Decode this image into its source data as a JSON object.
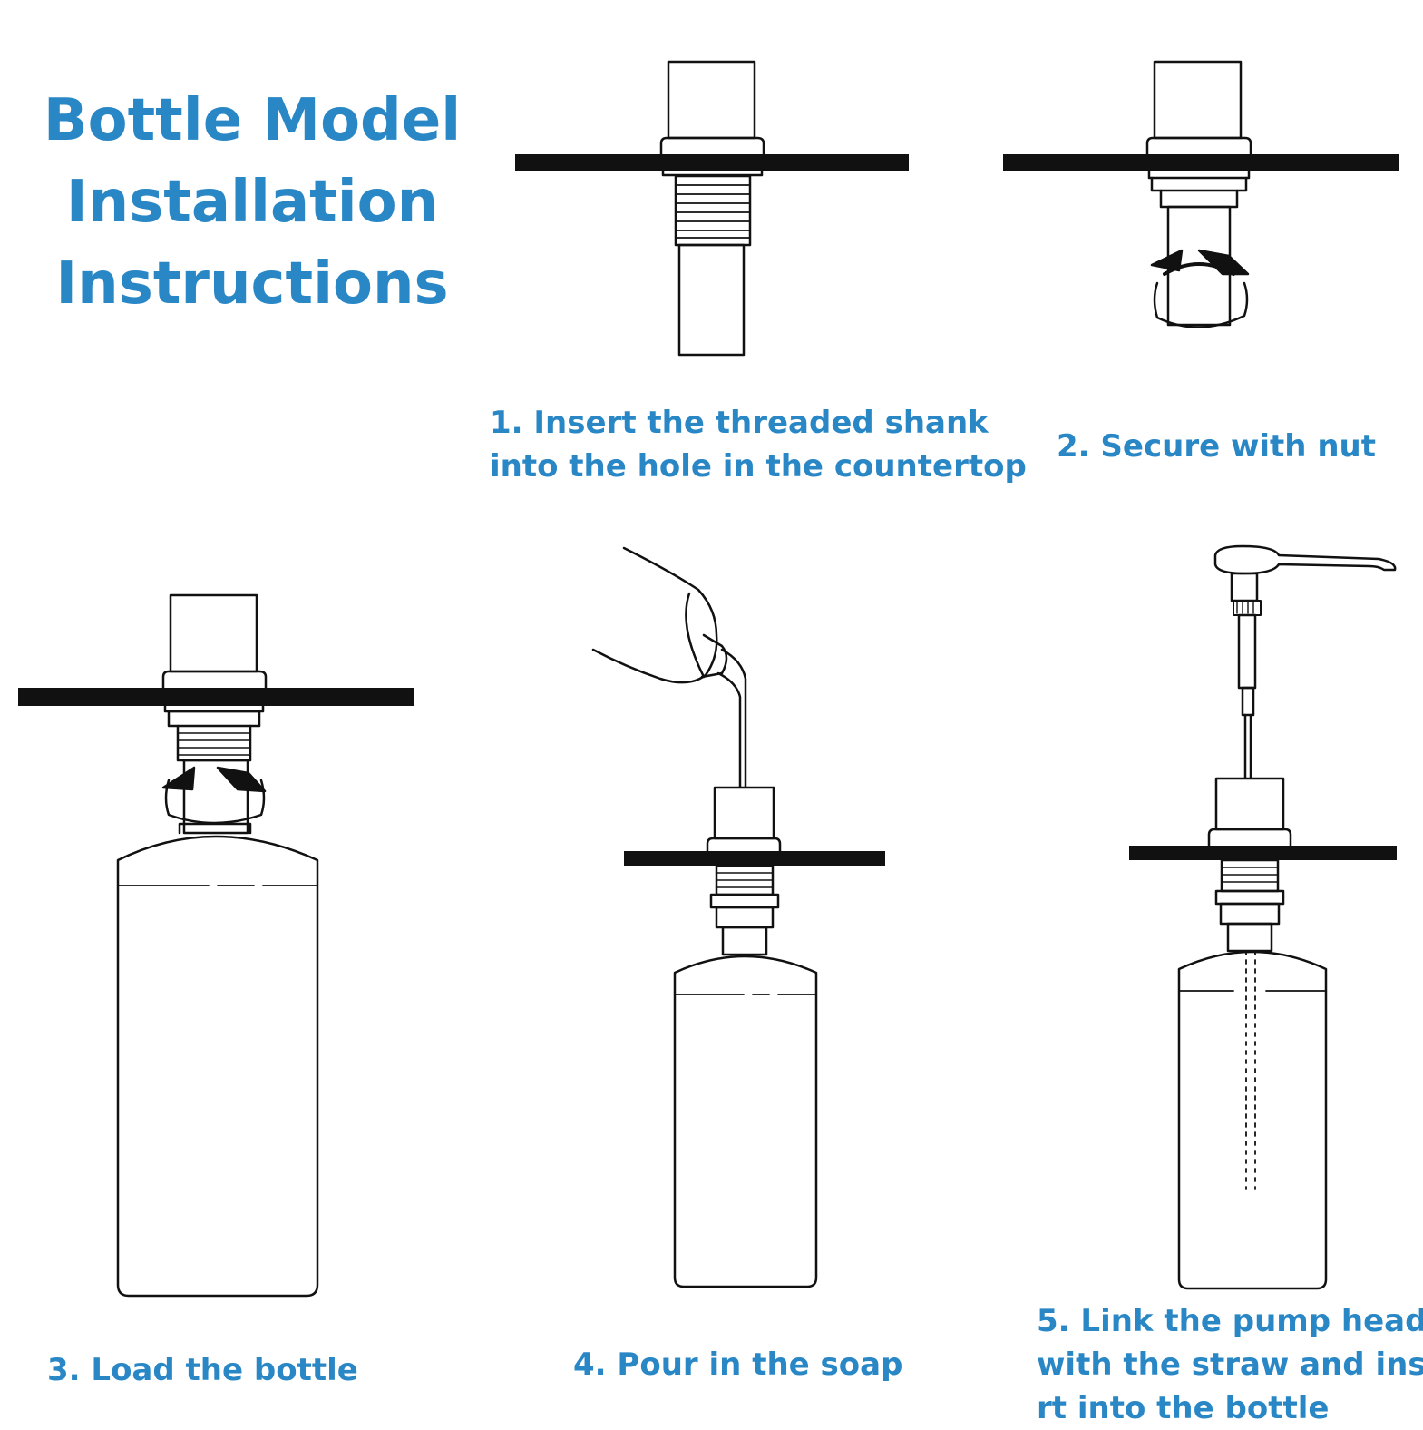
{
  "title": {
    "lines": [
      "Bottle Model",
      "Installation",
      "Instructions"
    ]
  },
  "steps": [
    {
      "lines": [
        "1. Insert the threaded shank",
        "into the hole in the countertop"
      ]
    },
    {
      "lines": [
        "2. Secure with nut"
      ]
    },
    {
      "lines": [
        "3. Load the bottle"
      ]
    },
    {
      "lines": [
        "4. Pour in the soap"
      ]
    },
    {
      "lines": [
        "5. Link the pump head",
        "with the straw and inse",
        "rt into the bottle"
      ]
    }
  ],
  "colors": {
    "text_accent": "#2a87c6",
    "line_art": "#111111",
    "background": "#ffffff"
  }
}
